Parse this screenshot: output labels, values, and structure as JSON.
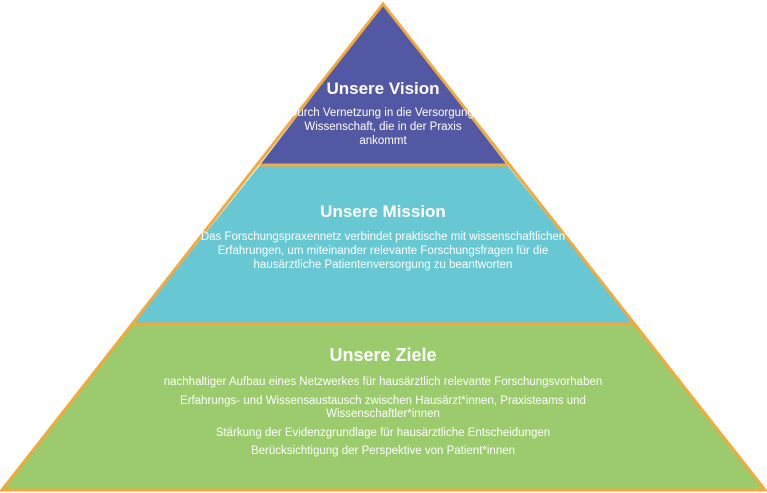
{
  "colors": {
    "vision": "#5358a4",
    "mission": "#67c8d3",
    "goals": "#9bcb6c",
    "border": "#f2a93c",
    "text": "#ffffff"
  },
  "vision": {
    "title": "Unsere Vision",
    "text": "Durch Vernetzung in die Versorgung: Wissenschaft, die in der Praxis ankommt"
  },
  "mission": {
    "title": "Unsere Mission",
    "text": "Das Forschungspraxennetz verbindet praktische mit wissenschaftlichen Erfahrungen, um miteinander relevante Forschungsfragen für die hausärztliche Patientenversorgung zu beantworten"
  },
  "goals": {
    "title": "Unsere Ziele",
    "items": [
      "nachhaltiger Aufbau eines Netzwerkes für hausärztlich relevante Forschungsvorhaben",
      "Erfahrungs- und Wissensaustausch zwischen Hausärzt*innen, Praxisteams und Wissenschaftler*innen",
      "Stärkung der Evidenzgrundlage für hausärztliche Entscheidungen",
      "Berücksichtigung der Perspektive von Patient*innen"
    ]
  }
}
